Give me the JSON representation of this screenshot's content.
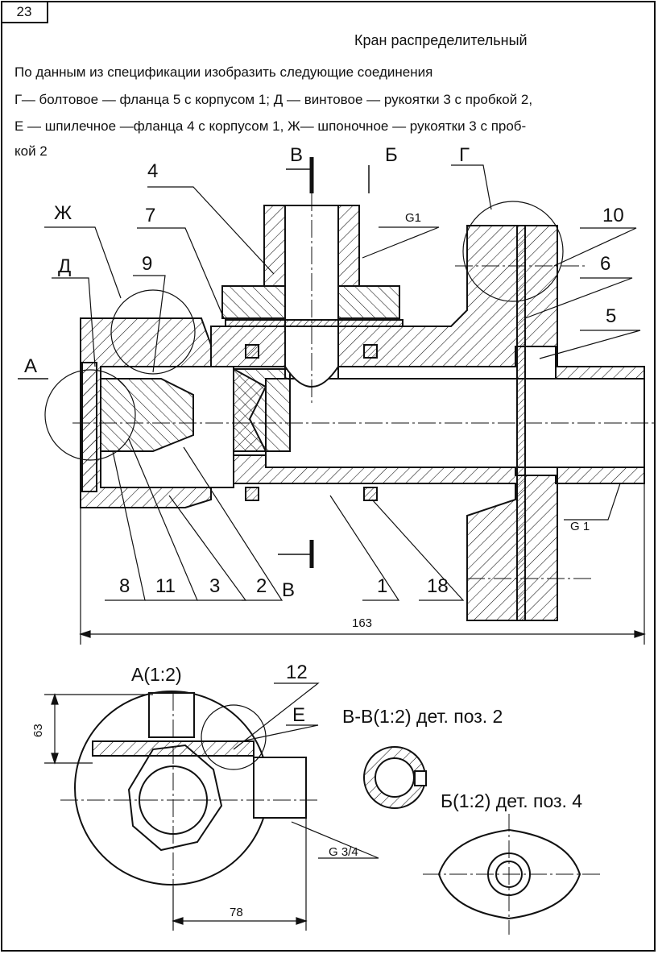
{
  "page_number": "23",
  "title": "Кран распределительный",
  "task": {
    "line1": "По данным из спецификации изобразить следующие соединения",
    "line2": "Г— болтовое — фланца 5 с корпусом 1;  Д — винтовое — рукоятки 3 с пробкой 2,",
    "line3": "Е — шпилечное —фланца 4 с корпусом 1,  Ж— шпоночное — рукоятки 3 с проб-",
    "line4": "кой 2"
  },
  "callouts": {
    "zh": "Ж",
    "d": "Д",
    "a": "А",
    "v_top": "В",
    "v_bottom": "В",
    "b": "Б",
    "g": "Г",
    "e": "Е",
    "p4": "4",
    "p7": "7",
    "p9": "9",
    "p10": "10",
    "p6": "6",
    "p5": "5",
    "p8": "8",
    "p11": "11",
    "p3": "3",
    "p2": "2",
    "p1": "1",
    "p18": "18",
    "p12": "12"
  },
  "threads": {
    "g1_top": "G1",
    "g1_right": "G 1",
    "g34": "G 3/4"
  },
  "dimensions": {
    "length": "163",
    "height": "63",
    "width": "78"
  },
  "views": {
    "a_view": "А(1:2)",
    "section_vv": "В-В(1:2) дет. поз. 2",
    "view_b": "Б(1:2) дет. поз. 4"
  }
}
